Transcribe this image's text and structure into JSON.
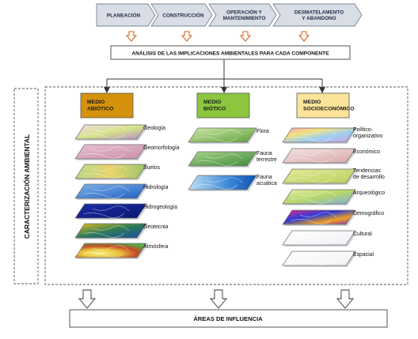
{
  "phases": [
    "PLANEACIÓN",
    "CONSTRUCCIÓN",
    "OPERACIÓN Y|MANTENIMIENTO",
    "DESMATELAMENTO|Y ABANDONO"
  ],
  "analysis_label": "ANÁLISIS DE LAS IMPLICACIONES AMBIENTALES PARA CADA COMPONENTE",
  "side_label": "CARACTERIZACIÓN AMBIENTAL",
  "columns": [
    {
      "title": "MEDIO|ABIÓTICO",
      "color": "#d4910c",
      "layers": [
        "Geología",
        "Geomorfología",
        "Suelos",
        "Hidrología",
        "Hidrogeología",
        "Geotecnia",
        "Atmósfera"
      ]
    },
    {
      "title": "MEDIO|BIÓTICO",
      "color": "#8cc63e",
      "layers": [
        "Flora",
        "Fauna|terrestre",
        "Fauna|acuática"
      ]
    },
    {
      "title": "MEDIO|SOCIOECONÓMICO",
      "color": "#fbe39a",
      "layers": [
        "Político-|organizativo",
        "Económico",
        "Tendencias|de desarrollo",
        "Arqueológico",
        "Demográfico",
        "Cultural",
        "Espacial"
      ]
    }
  ],
  "result_label": "ÁREAS DE INFLUENCIA",
  "colors": {
    "phase_fill": "#d9dde6",
    "phase_stroke": "#7d8594",
    "down_arrow": "#d2691e",
    "connector": "#333333"
  },
  "icons": [
    "phase-chevron",
    "down-arrow-icon",
    "outline-down-arrow-icon",
    "map-layer-icon"
  ]
}
